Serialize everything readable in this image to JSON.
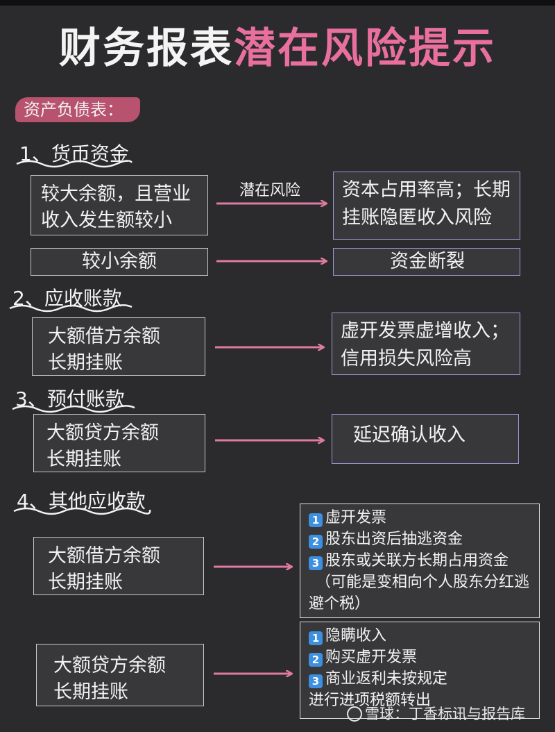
{
  "title": {
    "part1": "财务报表",
    "part2": "潜在风险提示"
  },
  "section": "资产负债表：",
  "arrow_label": "潜在风险",
  "headings": [
    "1、货币资金",
    "2、应收账款",
    "3、预付账款",
    "4、其他应收款"
  ],
  "rows": [
    {
      "left": [
        "较大余额，且营业",
        "收入发生额较小"
      ],
      "right": [
        "资本占用率高；长期",
        "挂账隐匿收入风险"
      ]
    },
    {
      "left": [
        "较小余额"
      ],
      "right": [
        "资金断裂"
      ]
    },
    {
      "left": [
        "大额借方余额",
        "长期挂账"
      ],
      "right": [
        "虚开发票虚增收入；",
        "信用损失风险高"
      ]
    },
    {
      "left": [
        "大额贷方余额",
        "长期挂账"
      ],
      "right": [
        "延迟确认收入"
      ]
    },
    {
      "left": [
        "大额借方余额",
        "长期挂账"
      ],
      "right_list": [
        {
          "num": "1",
          "text": "虚开发票"
        },
        {
          "num": "2",
          "text": "股东出资后抽逃资金"
        },
        {
          "num": "3",
          "text": "股东或关联方长期占用资金"
        },
        {
          "num": "",
          "text": "（可能是变相向个人股东分红逃"
        },
        {
          "num": "",
          "text": "避个税）"
        }
      ]
    },
    {
      "left": [
        "大额贷方余额",
        "长期挂账"
      ],
      "right_list": [
        {
          "num": "1",
          "text": "隐瞒收入"
        },
        {
          "num": "2",
          "text": "购买虚开发票"
        },
        {
          "num": "3",
          "text": "商业返利未按规定"
        },
        {
          "num": "",
          "text": "进行进项税额转出"
        }
      ]
    }
  ],
  "watermark": "雪球：丁香标讯与报告库",
  "colors": {
    "accent_pink": "#e86f9e",
    "tag_bg": "#b7526f",
    "arrow": "#e07aa0",
    "right_border": "#9b9ad8"
  }
}
